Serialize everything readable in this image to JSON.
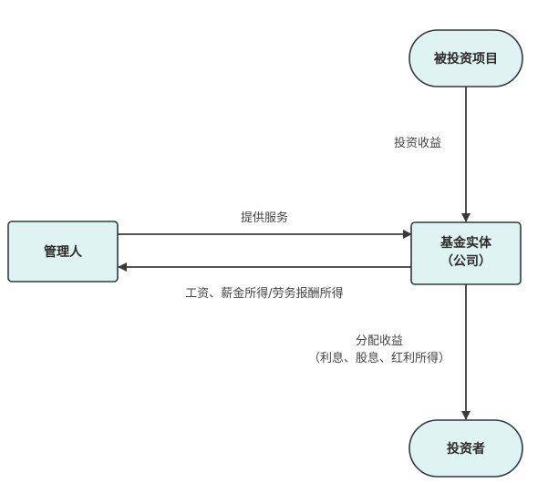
{
  "diagram": {
    "colors": {
      "node_fill": "#dff3f3",
      "node_stroke": "#2f3a40",
      "edge": "#3a3a3a"
    },
    "nodes": {
      "project": {
        "label": "被投资项目",
        "shape": "rounded-pill"
      },
      "manager": {
        "label": "管理人",
        "shape": "rectangle"
      },
      "entity": {
        "line1": "基金实体",
        "line2": "（公司）",
        "shape": "rectangle"
      },
      "investor": {
        "label": "投资者",
        "shape": "rounded-pill"
      }
    },
    "edges": {
      "project_to_entity": {
        "label": "投资收益"
      },
      "manager_to_entity": {
        "label": "提供服务"
      },
      "entity_to_manager": {
        "label": "工资、薪金所得/劳务报酬所得"
      },
      "entity_to_investor": {
        "line1": "分配收益",
        "line2": "（利息、股息、红利所得）"
      }
    }
  }
}
